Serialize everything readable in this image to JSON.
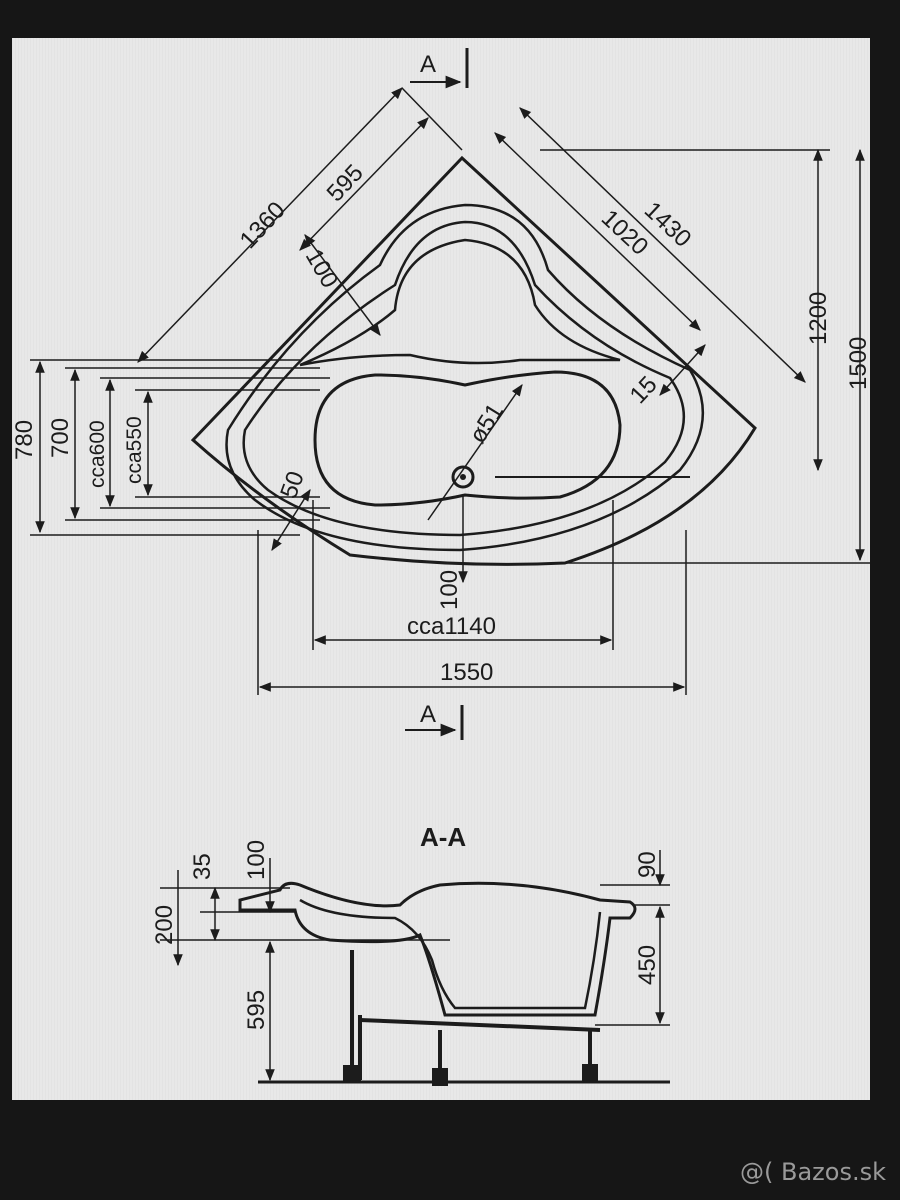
{
  "plan": {
    "section_marker": "A",
    "dims": {
      "d1360": "1360",
      "d595": "595",
      "d100a": "100",
      "d1430": "1430",
      "d1020": "1020",
      "d1200": "1200",
      "d1500": "1500",
      "d15": "15",
      "d51": "ø51",
      "d780": "780",
      "d700": "700",
      "dcca600": "cca600",
      "dcca550": "cca550",
      "d50": "50",
      "d100b": "100",
      "dcca1140": "cca1140",
      "d1550": "1550"
    }
  },
  "section": {
    "title": "A-A",
    "dims": {
      "d35": "35",
      "d100": "100",
      "d200": "200",
      "d595": "595",
      "d90": "90",
      "d450": "450"
    }
  },
  "watermark": "@( Bazos.sk"
}
